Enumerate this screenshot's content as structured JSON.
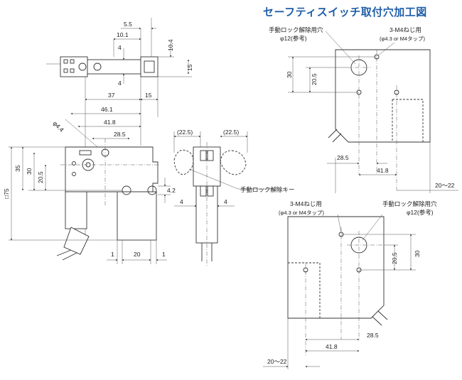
{
  "title": "セーフティスイッチ取付穴加工図",
  "side_view": {
    "dims_top": [
      "5.5",
      "10.1",
      "4",
      "4",
      "10.4",
      "15"
    ],
    "dims_mid": [
      "37",
      "15",
      "46.1",
      "41.8",
      "28.5",
      "φ4.4"
    ],
    "dims_left": [
      "□75",
      "35",
      "30",
      "20.5"
    ],
    "dims_right": "4.2",
    "dims_bottom": [
      "1",
      "20",
      "1"
    ]
  },
  "front_view": {
    "dims_top": [
      "(22.5)",
      "(22.5)"
    ],
    "label_manual_key": "手動ロック解除キー",
    "dims_side": [
      "4",
      "4"
    ]
  },
  "hole_pattern_top": {
    "label_hole": "手動ロック解除用穴",
    "label_hole_size": "φ12(参考)",
    "label_tap": "3-M4ねじ用",
    "label_tap_size": "(φ4.3 or M4タップ)",
    "dims": [
      "30",
      "20.5",
      "28.5",
      "41.8",
      "20〜22"
    ]
  },
  "hole_pattern_bottom": {
    "label_tap": "3-M4ねじ用",
    "label_tap_size": "(φ4.3 or M4タップ)",
    "label_hole": "手動ロック解除用穴",
    "label_hole_size": "φ12(参考)",
    "dims": [
      "20.5",
      "30",
      "28.5",
      "41.8",
      "20〜22"
    ]
  }
}
